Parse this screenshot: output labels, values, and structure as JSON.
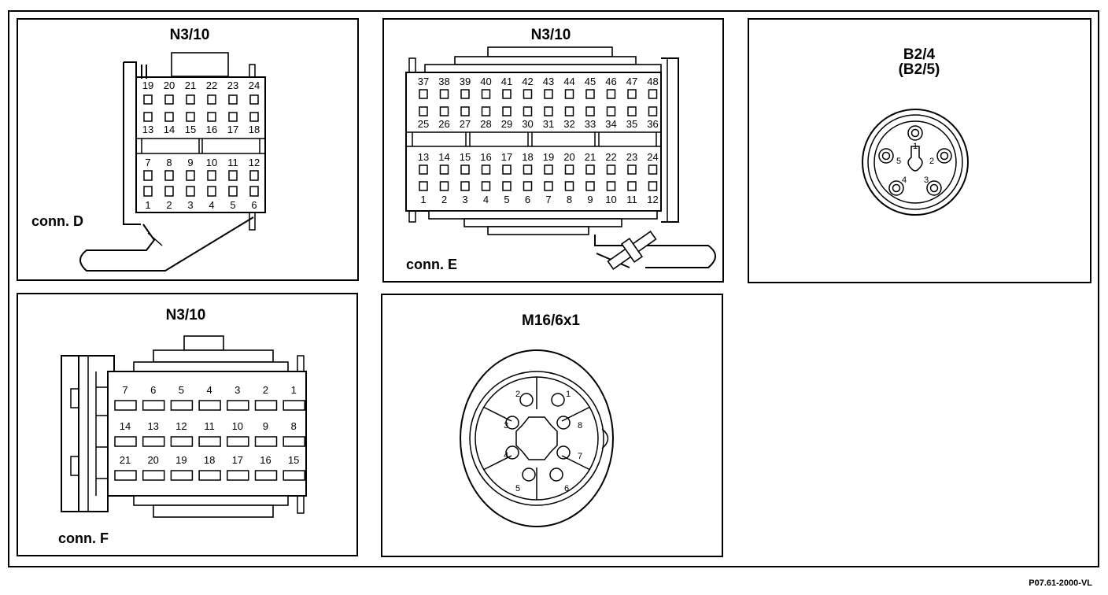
{
  "reference_code": "P07.61-2000-VL",
  "panels": {
    "d": {
      "title": "N3/10",
      "label": "conn. D",
      "top_row_upper": [
        "19",
        "20",
        "21",
        "22",
        "23",
        "24"
      ],
      "top_row_lower": [
        "13",
        "14",
        "15",
        "16",
        "17",
        "18"
      ],
      "bottom_row_upper": [
        "7",
        "8",
        "9",
        "10",
        "11",
        "12"
      ],
      "bottom_row_lower": [
        "1",
        "2",
        "3",
        "4",
        "5",
        "6"
      ]
    },
    "e": {
      "title": "N3/10",
      "label": "conn. E",
      "top_row_upper": [
        "37",
        "38",
        "39",
        "40",
        "41",
        "42",
        "43",
        "44",
        "45",
        "46",
        "47",
        "48"
      ],
      "top_row_lower": [
        "25",
        "26",
        "27",
        "28",
        "29",
        "30",
        "31",
        "32",
        "33",
        "34",
        "35",
        "36"
      ],
      "bottom_row_upper": [
        "13",
        "14",
        "15",
        "16",
        "17",
        "18",
        "19",
        "20",
        "21",
        "22",
        "23",
        "24"
      ],
      "bottom_row_lower": [
        "1",
        "2",
        "3",
        "4",
        "5",
        "6",
        "7",
        "8",
        "9",
        "10",
        "11",
        "12"
      ]
    },
    "b": {
      "title": "B2/4",
      "subtitle": "(B2/5)",
      "pins": [
        "1",
        "2",
        "3",
        "4",
        "5"
      ]
    },
    "f": {
      "title": "N3/10",
      "label": "conn. F",
      "row1": [
        "7",
        "6",
        "5",
        "4",
        "3",
        "2",
        "1"
      ],
      "row2": [
        "14",
        "13",
        "12",
        "11",
        "10",
        "9",
        "8"
      ],
      "row3": [
        "21",
        "20",
        "19",
        "18",
        "17",
        "16",
        "15"
      ]
    },
    "m": {
      "title": "M16/6x1",
      "pins": [
        "1",
        "2",
        "3",
        "4",
        "5",
        "6",
        "7",
        "8"
      ]
    }
  }
}
